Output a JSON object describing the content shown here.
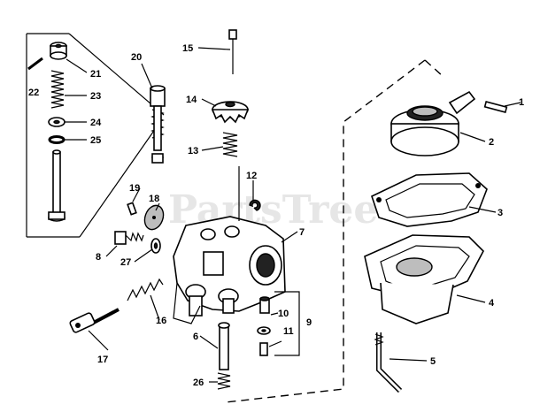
{
  "watermark": "PartsTree",
  "callouts": {
    "c1": "1",
    "c2": "2",
    "c3": "3",
    "c4": "4",
    "c5": "5",
    "c6": "6",
    "c7": "7",
    "c8": "8",
    "c9": "9",
    "c10": "10",
    "c11": "11",
    "c12": "12",
    "c13": "13",
    "c14": "14",
    "c15": "15",
    "c16": "16",
    "c17": "17",
    "c18": "18",
    "c19": "19",
    "c20": "20",
    "c21": "21",
    "c22": "22",
    "c23": "23",
    "c24": "24",
    "c25": "25",
    "c26": "26",
    "c27": "27"
  }
}
